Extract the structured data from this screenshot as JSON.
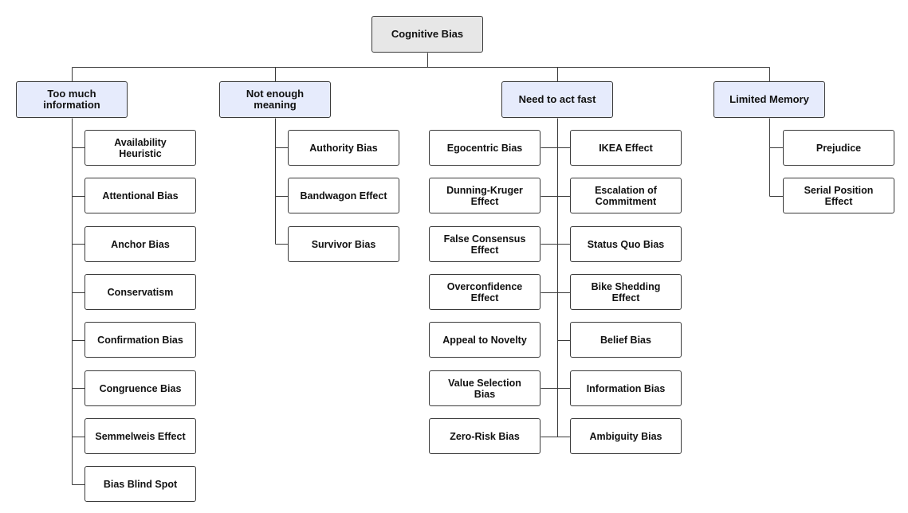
{
  "colors": {
    "line": "#3a3a3a",
    "root_fill": "#e7e7e7",
    "category_fill": "#e6ebfc",
    "leaf_fill": "#ffffff"
  },
  "root": {
    "label": "Cognitive Bias"
  },
  "categories": [
    {
      "label": "Too much information",
      "items": [
        "Availability Heuristic",
        "Attentional Bias",
        "Anchor Bias",
        "Conservatism",
        "Confirmation Bias",
        "Congruence Bias",
        "Semmelweis Effect",
        "Bias Blind Spot"
      ]
    },
    {
      "label": "Not enough meaning",
      "items": [
        "Authority Bias",
        "Bandwagon Effect",
        "Survivor Bias"
      ]
    },
    {
      "label": "Need to act fast",
      "left_items": [
        "Egocentric Bias",
        "Dunning-Kruger Effect",
        "False Consensus Effect",
        "Overconfidence Effect",
        "Appeal to Novelty",
        "Value Selection Bias",
        "Zero-Risk Bias"
      ],
      "right_items": [
        "IKEA Effect",
        "Escalation of Commitment",
        "Status Quo Bias",
        "Bike Shedding Effect",
        "Belief Bias",
        "Information Bias",
        "Ambiguity Bias"
      ]
    },
    {
      "label": "Limited Memory",
      "items": [
        "Prejudice",
        "Serial Position Effect"
      ]
    }
  ]
}
